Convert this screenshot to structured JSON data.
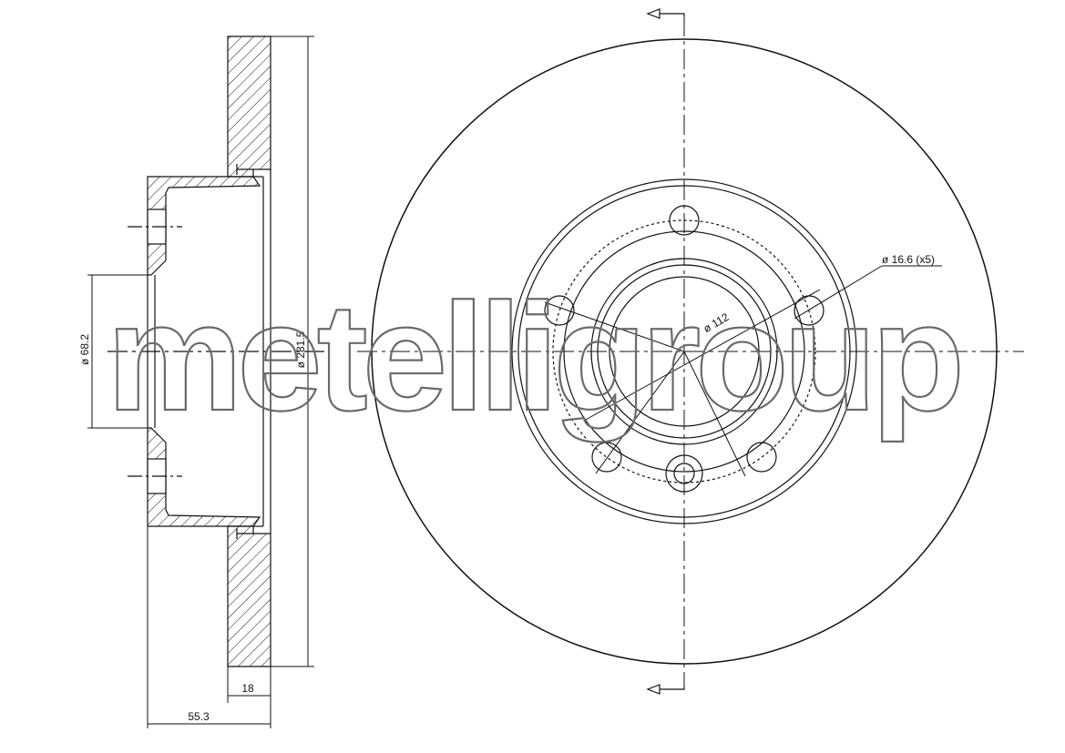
{
  "watermark": "metelligroup",
  "dimensions": {
    "hub_bore": "ø 68.2",
    "disc_diameter": "ø 281.5",
    "disc_thickness": "18",
    "overall_height": "55.3",
    "bolt_circle": "ø 112",
    "bolt_holes": "ø 16.6 (x5)"
  },
  "colors": {
    "line": "#111111",
    "watermark": "#6a6a6a"
  }
}
